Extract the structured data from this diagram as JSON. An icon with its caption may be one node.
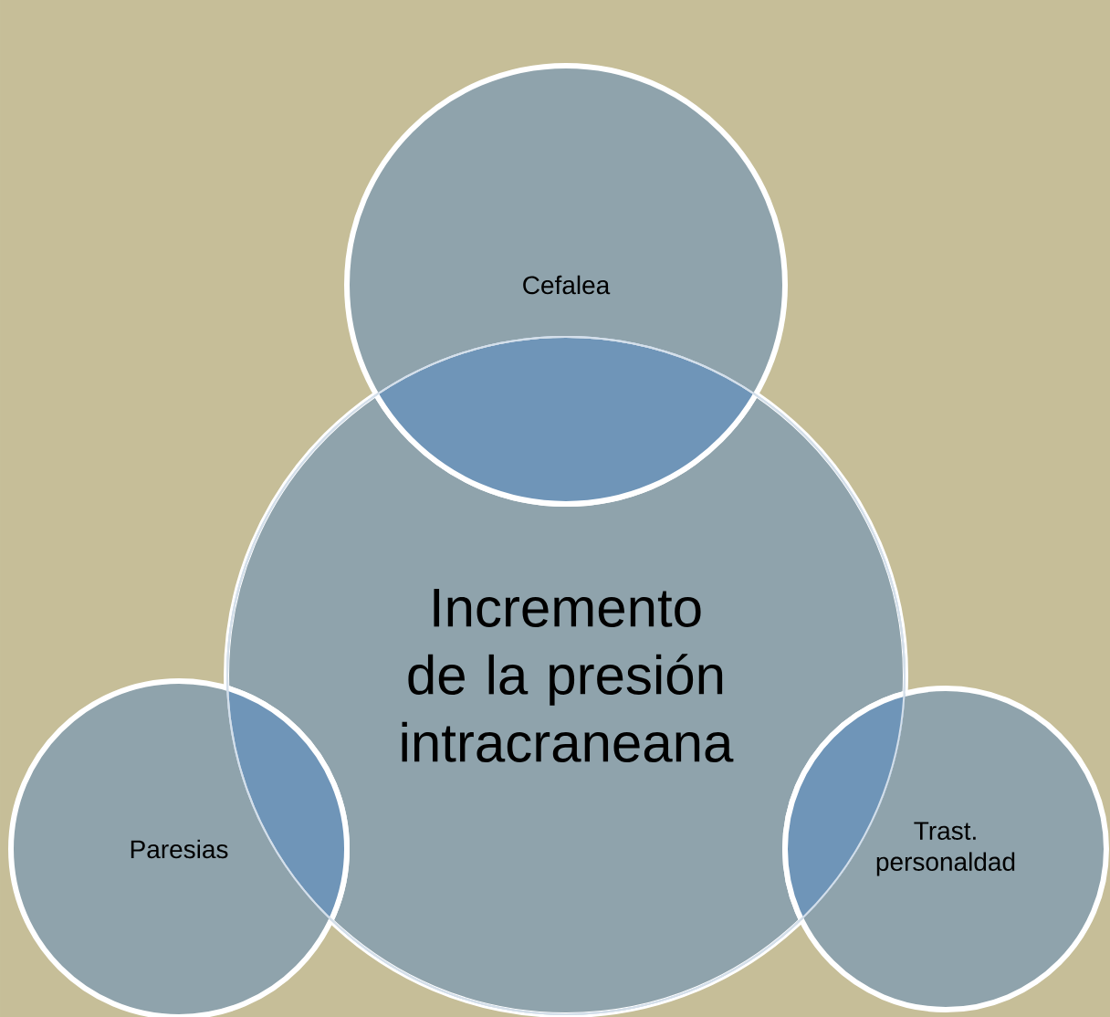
{
  "diagram": {
    "nodes": [
      {
        "text": [
          "Incremento de la presión intracraneana"
        ]
      },
      {
        "text": [
          "Cefalea"
        ]
      },
      {
        "text": [
          "Paresias"
        ]
      },
      {
        "text": [
          "Trast. personaldad"
        ]
      }
    ]
  }
}
